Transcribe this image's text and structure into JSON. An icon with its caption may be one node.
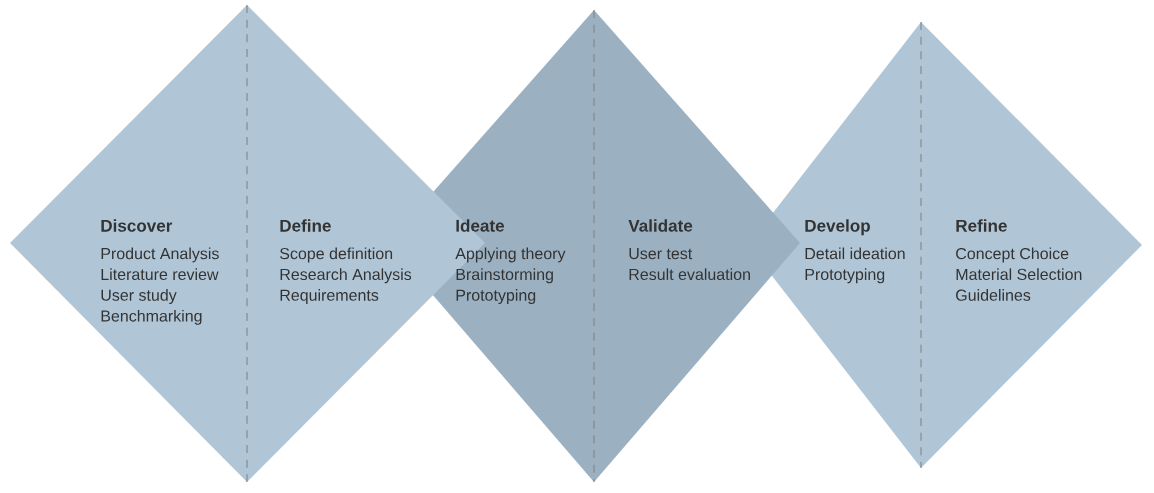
{
  "diagram": {
    "nodes": [
      {
        "text": [
          "Discover",
          "Product Analysis",
          "Literature review",
          "User study",
          "Benchmarking"
        ]
      },
      {
        "text": [
          "Define",
          "Scope definition",
          "Research Analysis",
          "Requirements"
        ]
      },
      {
        "text": [
          "Ideate",
          "Applying theory",
          "Brainstorming",
          "Prototyping"
        ]
      },
      {
        "text": [
          "Validate",
          "User test",
          "Result evaluation"
        ]
      },
      {
        "text": [
          "Develop",
          "Detail ideation",
          "Prototyping"
        ]
      },
      {
        "text": [
          "Refine",
          "Concept Choice",
          "Material Selection",
          "Guidelines"
        ]
      }
    ]
  }
}
